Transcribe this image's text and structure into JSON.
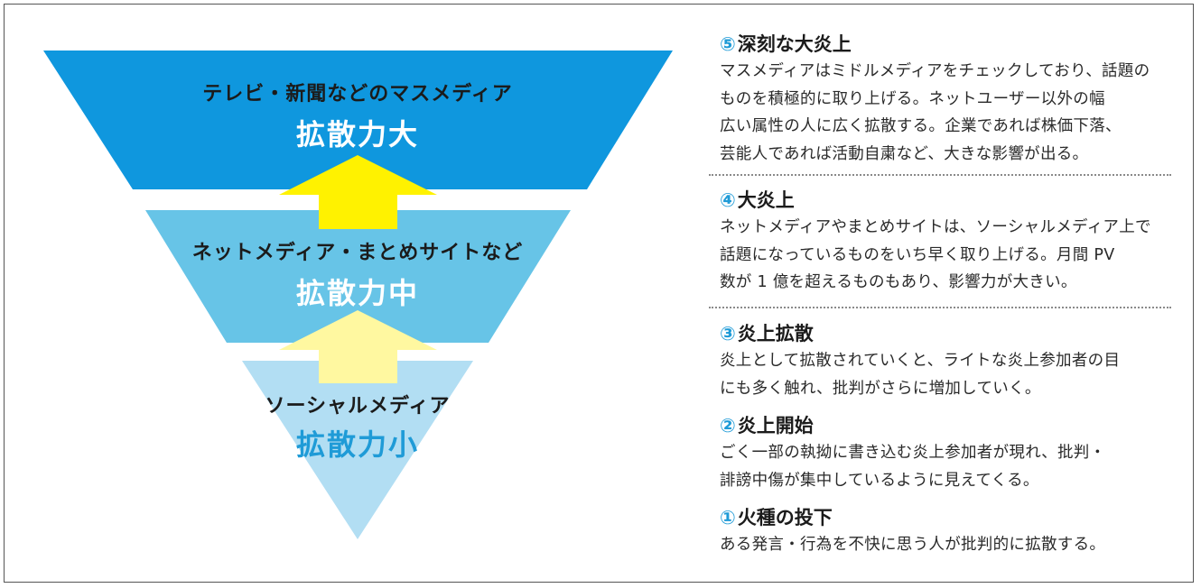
{
  "colors": {
    "tier_top": "#0f97de",
    "tier_mid": "#67c4e7",
    "tier_bottom": "#b2def3",
    "arrow_dark": "#fff200",
    "arrow_light": "#fff8a0",
    "accent": "#1f9bd7"
  },
  "funnel": {
    "tiers": [
      {
        "title": "テレビ・新聞などのマスメディア",
        "scale": "拡散力大"
      },
      {
        "title": "ネットメディア・まとめサイトなど",
        "scale": "拡散力中"
      },
      {
        "title": "ソーシャルメディア",
        "scale": "拡散力小"
      }
    ],
    "arrows": [
      "up-arrow",
      "up-arrow"
    ]
  },
  "stages": [
    {
      "num": "⑤",
      "title": "深刻な大炎上",
      "body": "マスメディアはミドルメディアをチェックしており、話題の\nものを積極的に取り上げる。ネットユーザー以外の幅\n広い属性の人に広く拡散する。企業であれば株価下落、\n芸能人であれば活動自粛など、大きな影響が出る。"
    },
    {
      "num": "④",
      "title": "大炎上",
      "body": "ネットメディアやまとめサイトは、ソーシャルメディア上で\n話題になっているものをいち早く取り上げる。月間 PV\n数が 1 億を超えるものもあり、影響力が大きい。"
    },
    {
      "num": "③",
      "title": "炎上拡散",
      "body": "炎上として拡散されていくと、ライトな炎上参加者の目\nにも多く触れ、批判がさらに増加していく。"
    },
    {
      "num": "②",
      "title": "炎上開始",
      "body": "ごく一部の執拗に書き込む炎上参加者が現れ、批判・\n誹謗中傷が集中しているように見えてくる。"
    },
    {
      "num": "①",
      "title": "火種の投下",
      "body": "ある発言・行為を不快に思う人が批判的に拡散する。"
    }
  ]
}
